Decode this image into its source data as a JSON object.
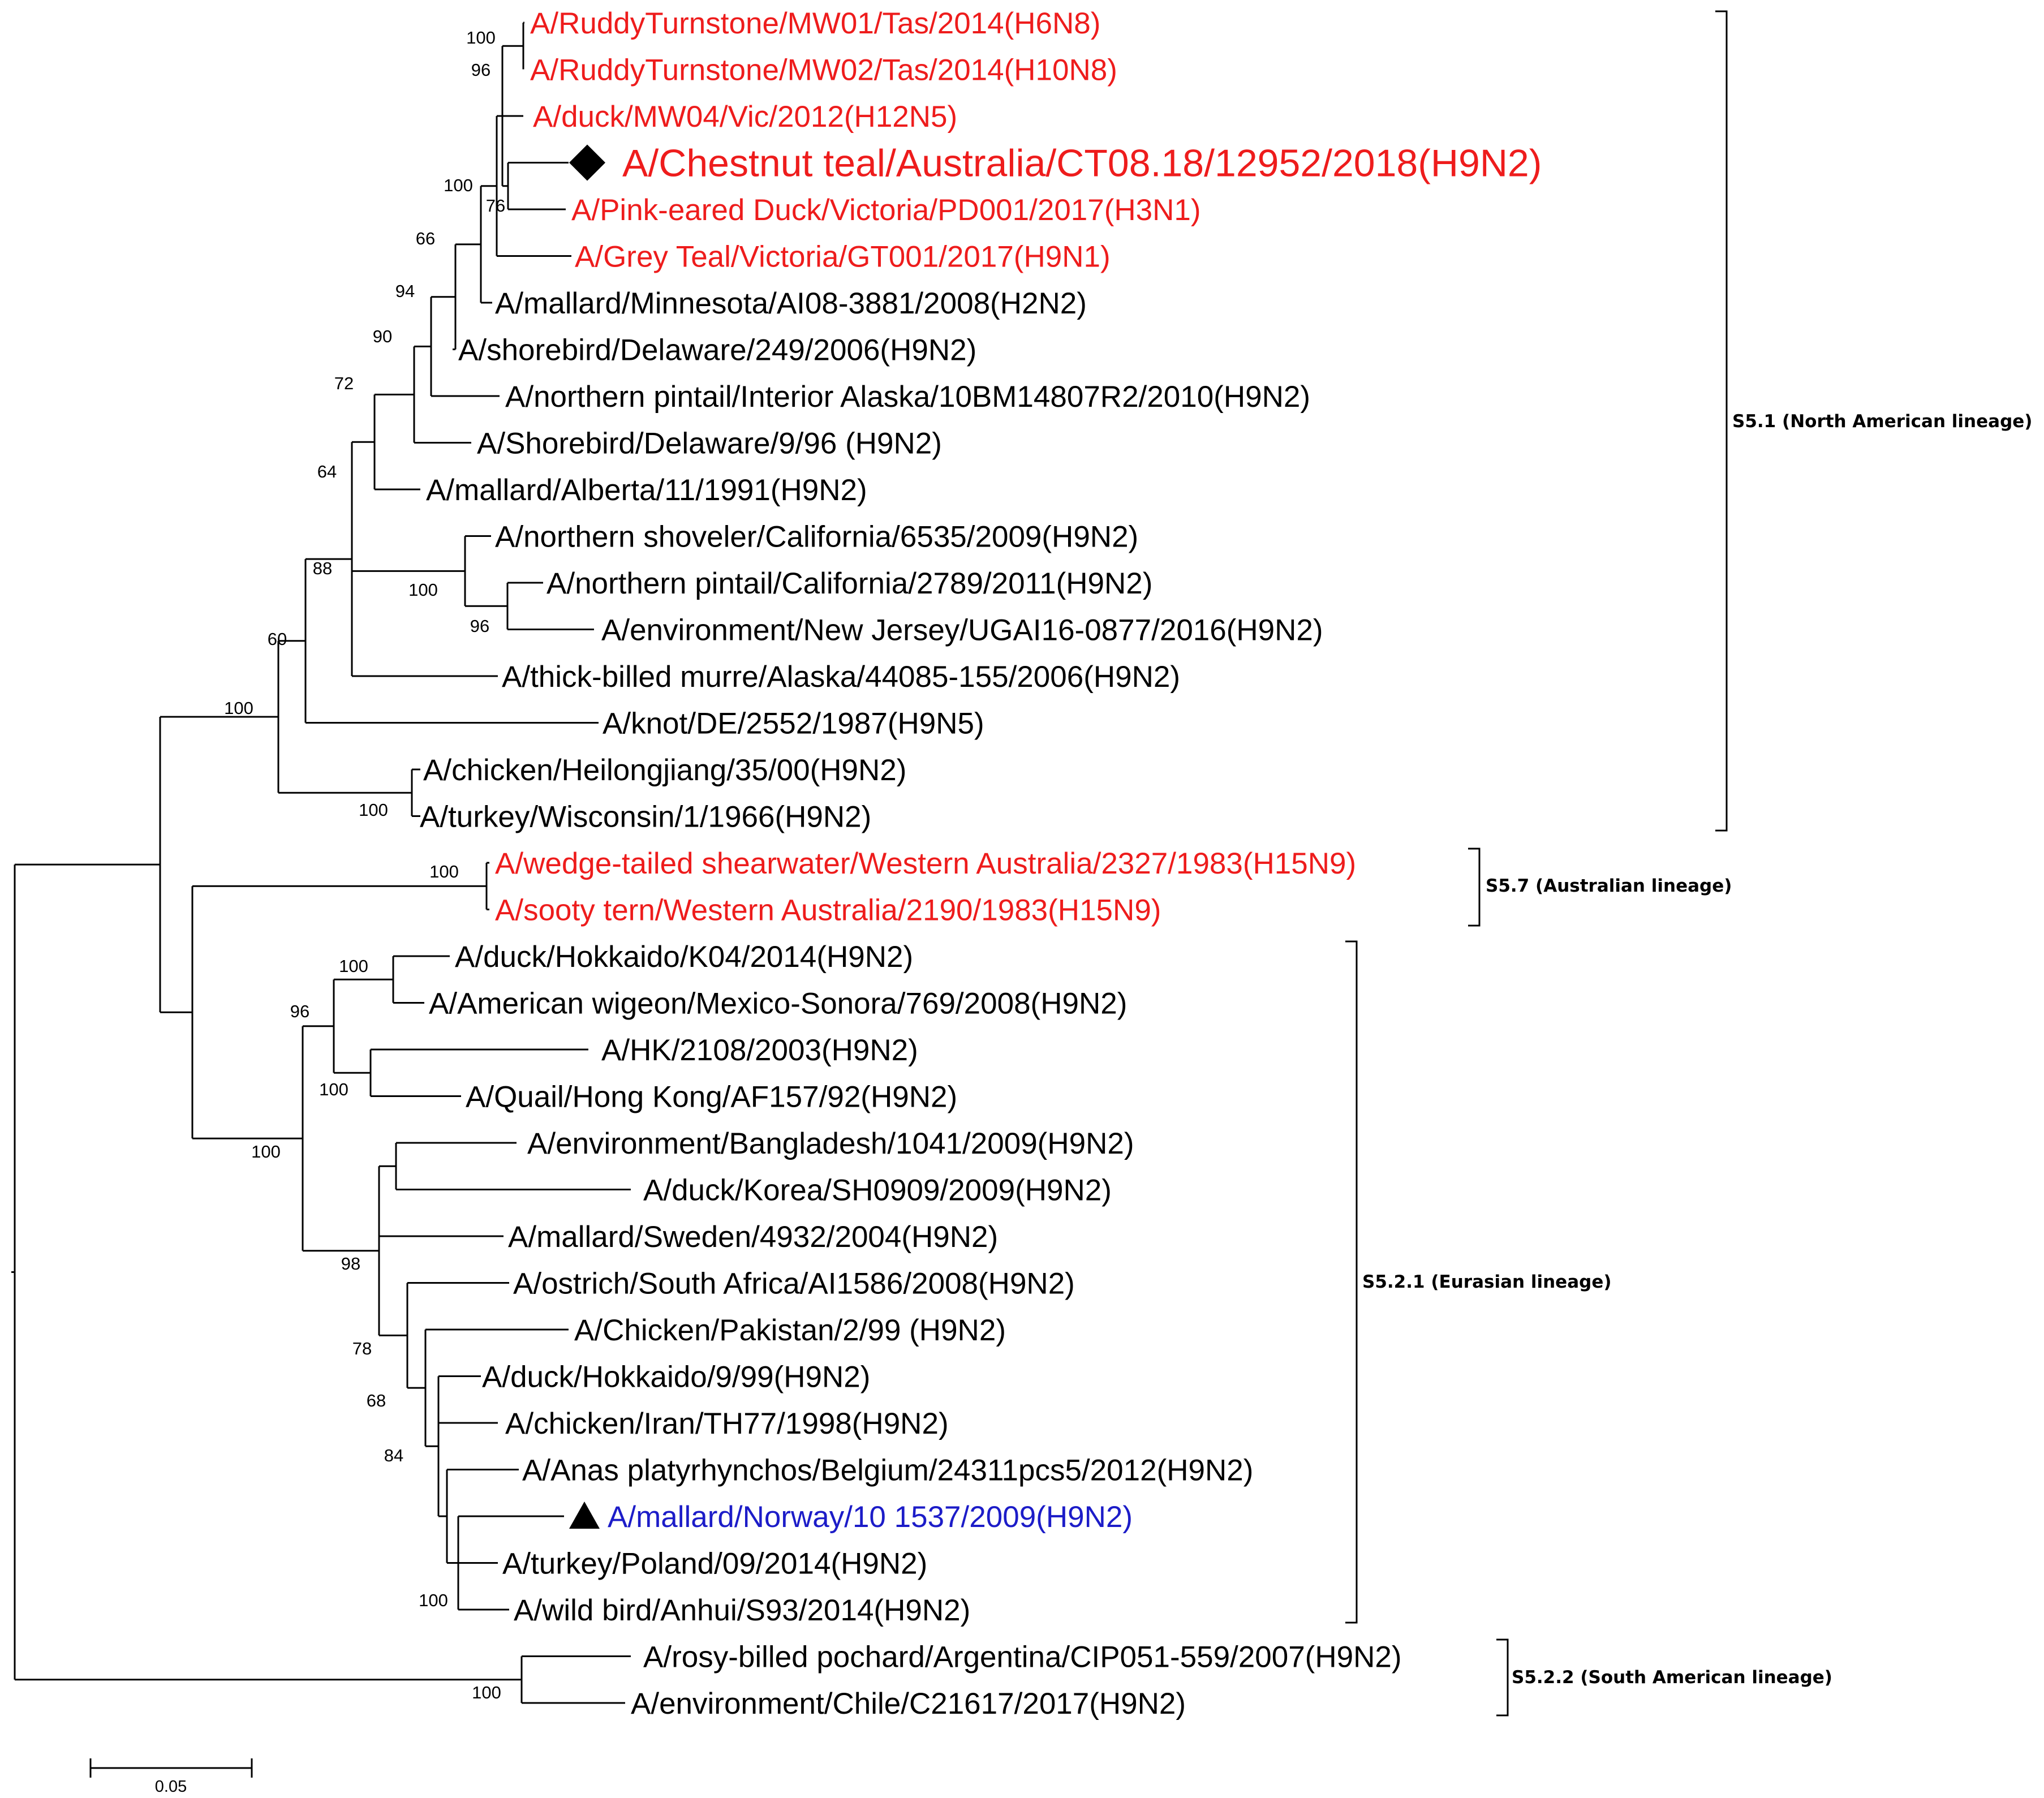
{
  "colors": {
    "red": "#ee1c1c",
    "black": "#000000",
    "blue": "#1c1cc8"
  },
  "taxa": [
    {
      "label": "A/RuddyTurnstone/MW01/Tas/2014(H6N8)",
      "color": "red"
    },
    {
      "label": "A/RuddyTurnstone/MW02/Tas/2014(H10N8)",
      "color": "red"
    },
    {
      "label": "A/duck/MW04/Vic/2012(H12N5)",
      "color": "red"
    },
    {
      "label": "A/Chestnut  teal/Australia/CT08.18/12952/2018(H9N2)",
      "color": "red",
      "marker": "diamond",
      "emphasis": true
    },
    {
      "label": "A/Pink-eared Duck/Victoria/PD001/2017(H3N1)",
      "color": "red"
    },
    {
      "label": "A/Grey Teal/Victoria/GT001/2017(H9N1)",
      "color": "red"
    },
    {
      "label": "A/mallard/Minnesota/AI08-3881/2008(H2N2)",
      "color": "black"
    },
    {
      "label": "A/shorebird/Delaware/249/2006(H9N2)",
      "color": "black"
    },
    {
      "label": "A/northern pintail/Interior Alaska/10BM14807R2/2010(H9N2)",
      "color": "black"
    },
    {
      "label": "A/Shorebird/Delaware/9/96 (H9N2)",
      "color": "black"
    },
    {
      "label": "A/mallard/Alberta/11/1991(H9N2)",
      "color": "black"
    },
    {
      "label": "A/northern shoveler/California/6535/2009(H9N2)",
      "color": "black"
    },
    {
      "label": "A/northern pintail/California/2789/2011(H9N2)",
      "color": "black"
    },
    {
      "label": "A/environment/New Jersey/UGAI16-0877/2016(H9N2)",
      "color": "black"
    },
    {
      "label": "A/thick-billed murre/Alaska/44085-155/2006(H9N2)",
      "color": "black"
    },
    {
      "label": "A/knot/DE/2552/1987(H9N5)",
      "color": "black"
    },
    {
      "label": "A/chicken/Heilongjiang/35/00(H9N2)",
      "color": "black"
    },
    {
      "label": "A/turkey/Wisconsin/1/1966(H9N2)",
      "color": "black"
    },
    {
      "label": "A/wedge-tailed shearwater/Western Australia/2327/1983(H15N9)",
      "color": "red"
    },
    {
      "label": "A/sooty tern/Western Australia/2190/1983(H15N9)",
      "color": "red"
    },
    {
      "label": "A/duck/Hokkaido/K04/2014(H9N2)",
      "color": "black"
    },
    {
      "label": "A/American wigeon/Mexico-Sonora/769/2008(H9N2)",
      "color": "black"
    },
    {
      "label": "A/HK/2108/2003(H9N2)",
      "color": "black"
    },
    {
      "label": "A/Quail/Hong Kong/AF157/92(H9N2)",
      "color": "black"
    },
    {
      "label": "A/environment/Bangladesh/1041/2009(H9N2)",
      "color": "black"
    },
    {
      "label": "A/duck/Korea/SH0909/2009(H9N2)",
      "color": "black"
    },
    {
      "label": "A/mallard/Sweden/4932/2004(H9N2)",
      "color": "black"
    },
    {
      "label": "A/ostrich/South Africa/AI1586/2008(H9N2)",
      "color": "black"
    },
    {
      "label": "A/Chicken/Pakistan/2/99 (H9N2)",
      "color": "black"
    },
    {
      "label": "A/duck/Hokkaido/9/99(H9N2)",
      "color": "black"
    },
    {
      "label": "A/chicken/Iran/TH77/1998(H9N2)",
      "color": "black"
    },
    {
      "label": "A/Anas platyrhynchos/Belgium/24311pcs5/2012(H9N2)",
      "color": "black"
    },
    {
      "label": "A/mallard/Norway/10 1537/2009(H9N2)",
      "color": "blue",
      "marker": "triangle"
    },
    {
      "label": "A/turkey/Poland/09/2014(H9N2)",
      "color": "black"
    },
    {
      "label": "A/wild bird/Anhui/S93/2014(H9N2)",
      "color": "black"
    },
    {
      "label": "A/rosy-billed pochard/Argentina/CIP051-559/2007(H9N2)",
      "color": "black"
    },
    {
      "label": "A/environment/Chile/C21617/2017(H9N2)",
      "color": "black"
    }
  ],
  "bootstrap": [
    "100",
    "96",
    "100",
    "76",
    "66",
    "94",
    "90",
    "72",
    "64",
    "88",
    "100",
    "96",
    "60",
    "100",
    "100",
    "100",
    "100",
    "96",
    "100",
    "100",
    "98",
    "78",
    "68",
    "84",
    "100",
    "100"
  ],
  "clades": [
    {
      "label": "S5.1 (North American lineage)"
    },
    {
      "label": "S5.7 (Australian lineage)"
    },
    {
      "label": "S5.2.1 (Eurasian lineage)"
    },
    {
      "label": "S5.2.2 (South American lineage)"
    }
  ],
  "scale_bar": {
    "value": 0.05,
    "label": "0.05"
  }
}
